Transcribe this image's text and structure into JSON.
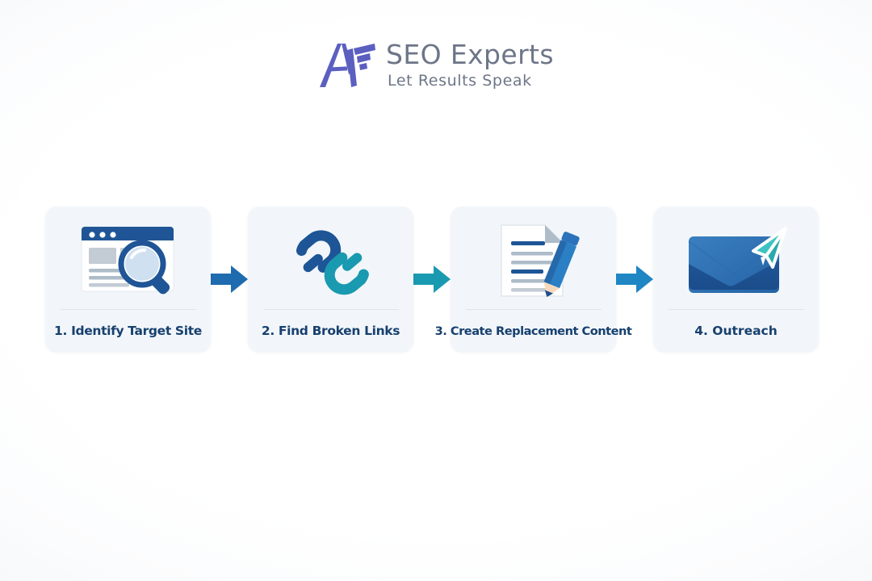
{
  "brand": {
    "logo_icon": "af-monogram-logo-icon",
    "title": "SEO Experts",
    "tagline": "Let Results Speak",
    "text_color": "#6d7688",
    "mark_color": "#5b5fc0"
  },
  "theme": {
    "page_background": "#ffffff",
    "card_background": "#f2f6fa",
    "card_divider": "#dde5ed",
    "label_color": "#17406e",
    "dark_blue": "#1d5596",
    "mid_blue": "#2a7fc0",
    "teal": "#1a9ab0",
    "light_blue": "#c9dcee"
  },
  "flow": {
    "steps": [
      {
        "id": "identify-target-site",
        "label": "1. Identify Target Site",
        "icon": "browser-window-magnifier-icon"
      },
      {
        "id": "find-broken-links",
        "label": "2. Find Broken Links",
        "icon": "broken-chain-link-icon"
      },
      {
        "id": "create-replacement-content",
        "label": "3. Create Replacement Content",
        "icon": "document-pencil-icon"
      },
      {
        "id": "outreach",
        "label": "4. Outreach",
        "icon": "envelope-paper-plane-icon"
      }
    ],
    "arrows": [
      {
        "id": "arrow-1",
        "icon": "arrow-right-icon",
        "color": "#1f6bb0"
      },
      {
        "id": "arrow-2",
        "icon": "arrow-right-icon",
        "color": "#1a9ab0"
      },
      {
        "id": "arrow-3",
        "icon": "arrow-right-icon",
        "color": "#1f86c4"
      }
    ]
  }
}
